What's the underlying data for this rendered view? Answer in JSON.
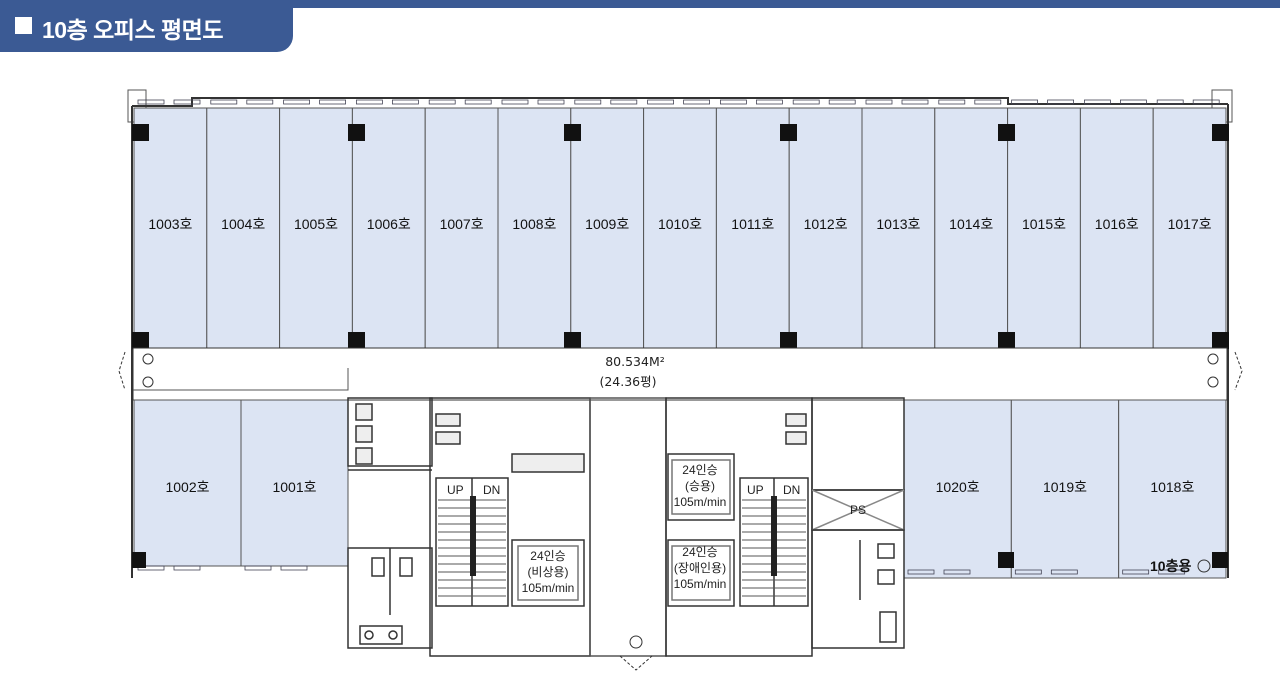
{
  "header": {
    "title": "10층 오피스 평면도"
  },
  "units_north": [
    "1003호",
    "1004호",
    "1005호",
    "1006호",
    "1007호",
    "1008호",
    "1009호",
    "1010호",
    "1011호",
    "1012호",
    "1013호",
    "1014호",
    "1015호",
    "1016호",
    "1017호"
  ],
  "units_southwest": [
    "1002호",
    "1001호"
  ],
  "units_southeast": [
    "1020호",
    "1019호",
    "1018호"
  ],
  "corridor": {
    "area_m2": "80.534M²",
    "area_pyeong": "(24.36평)"
  },
  "stairs": {
    "up": "UP",
    "down": "DN"
  },
  "elevators": {
    "left": {
      "capacity": "24인승",
      "type": "(비상용)",
      "speed": "105m/min"
    },
    "right_top": {
      "capacity": "24인승",
      "type": "(승용)",
      "speed": "105m/min"
    },
    "right_bottom": {
      "capacity": "24인승",
      "type": "(장애인용)",
      "speed": "105m/min"
    }
  },
  "shaft_label": "PS",
  "floor_common": "10층용",
  "colors": {
    "header": "#3b5a94",
    "unit_fill": "#dce4f3",
    "wall": "#333333"
  }
}
